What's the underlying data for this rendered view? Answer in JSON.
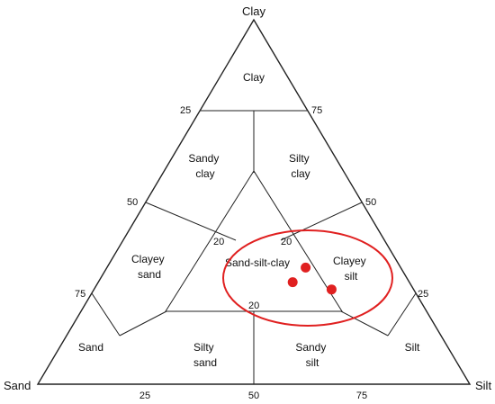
{
  "vertices": {
    "top": "Clay",
    "left": "Sand",
    "right": "Silt"
  },
  "regions": {
    "clay": [
      "Clay"
    ],
    "sandy_clay": [
      "Sandy",
      "clay"
    ],
    "silty_clay": [
      "Silty",
      "clay"
    ],
    "clayey_sand": [
      "Clayey",
      "sand"
    ],
    "sand_silt_clay": [
      "Sand-silt-clay"
    ],
    "clayey_silt": [
      "Clayey",
      "silt"
    ],
    "sand": [
      "Sand"
    ],
    "silty_sand": [
      "Silty",
      "sand"
    ],
    "sandy_silt": [
      "Sandy",
      "silt"
    ],
    "silt": [
      "Silt"
    ]
  },
  "ticks": {
    "left_25": "25",
    "left_50": "50",
    "left_75": "75",
    "right_75": "75",
    "right_50": "50",
    "right_25": "25",
    "bottom_25": "25",
    "bottom_50": "50",
    "bottom_75": "75",
    "inner_left_20": "20",
    "inner_right_20": "20",
    "inner_bottom_20": "20"
  },
  "samples": [
    {
      "clay": 32,
      "sand": 22,
      "silt": 46
    },
    {
      "clay": 28,
      "sand": 27,
      "silt": 45
    },
    {
      "clay": 26,
      "sand": 19,
      "silt": 55
    }
  ],
  "colors": {
    "highlight": "#e02020",
    "line": "#222222"
  }
}
